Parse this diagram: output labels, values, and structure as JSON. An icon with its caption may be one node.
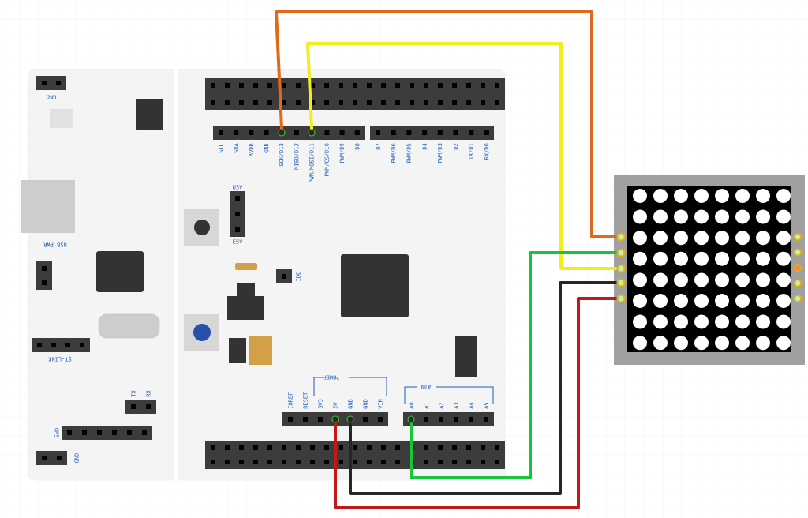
{
  "diagram": {
    "nodes": [
      {
        "text": [],
        "shape": "picture"
      },
      {
        "text": [],
        "shape": "circle",
        "in": 0
      },
      {
        "text": [],
        "shape": "circle",
        "in": 0
      },
      {
        "text": [],
        "shape": "circle",
        "in": 0
      },
      {
        "text": [],
        "shape": "circle",
        "in": 0
      },
      {
        "text": [],
        "shape": "circle",
        "in": 0
      },
      {
        "text": [],
        "shape": "picture"
      },
      {
        "text": [],
        "shape": "circle",
        "in": 6
      },
      {
        "text": [],
        "shape": "circle",
        "in": 6
      },
      {
        "text": [],
        "shape": "circle",
        "in": 6
      },
      {
        "text": [],
        "shape": "circle",
        "in": 6
      },
      {
        "text": [],
        "shape": "circle",
        "in": 6
      }
    ],
    "edges": [
      {
        "from": 1,
        "to": 7,
        "arrow": "none",
        "color": "#e0691a"
      },
      {
        "from": 2,
        "to": 9,
        "arrow": "none",
        "color": "#f2ee1e"
      },
      {
        "from": 5,
        "to": 8,
        "arrow": "none",
        "color": "#19c63a"
      },
      {
        "from": 4,
        "to": 10,
        "arrow": "none",
        "color": "#262626"
      },
      {
        "from": 3,
        "to": 11,
        "arrow": "none",
        "color": "#c41717"
      }
    ],
    "labels": [
      "GND",
      "USB PWR",
      "ST-LINK",
      "TX",
      "RX",
      "SWD",
      "GND",
      "U5V",
      "E5V",
      "IDD",
      "SCL",
      "SDA",
      "AVDD",
      "GND",
      "SCK/D13",
      "MISO/D12",
      "PWM/MOSI/D11",
      "PWM/CS/D10",
      "PWM/D9",
      "D8",
      "D7",
      "PWM/D6",
      "PWM/D5",
      "D4",
      "PWM/D3",
      "D2",
      "TX/D1",
      "RX/D0",
      "POWER",
      "IOREF",
      "RESET",
      "3V3",
      "5V",
      "GND",
      "GND",
      "VIN",
      "AIN",
      "A0",
      "A1",
      "A2",
      "A3",
      "A4",
      "A5"
    ]
  }
}
